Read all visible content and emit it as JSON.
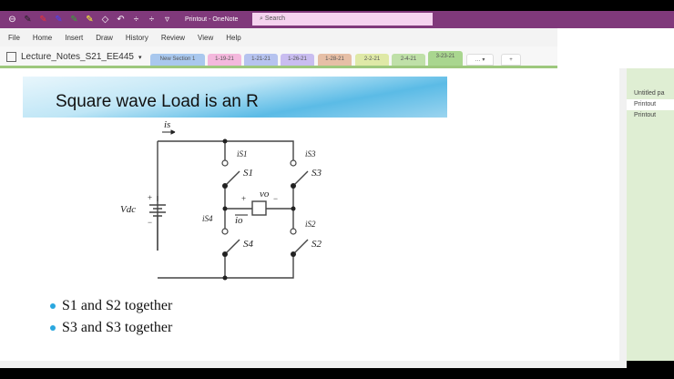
{
  "titlebar": {
    "title": "Printout - OneNote",
    "search_placeholder": "Search"
  },
  "menu": [
    "File",
    "Home",
    "Insert",
    "Draw",
    "History",
    "Review",
    "View",
    "Help"
  ],
  "notebook": {
    "name": "Lecture_Notes_S21_EE445"
  },
  "sections": [
    {
      "label": "New Section 1",
      "color": "#a9c8ee"
    },
    {
      "label": "1-19-21",
      "color": "#f4b8dd"
    },
    {
      "label": "1-21-21",
      "color": "#b6c3ef"
    },
    {
      "label": "1-26-21",
      "color": "#c9bdf0"
    },
    {
      "label": "1-28-21",
      "color": "#e6bfa6"
    },
    {
      "label": "2-2-21",
      "color": "#dfe9a7"
    },
    {
      "label": "2-4-21",
      "color": "#bfe0a8"
    },
    {
      "label": "3-23-21",
      "color": "#a9d68f"
    }
  ],
  "slide": {
    "title": "Square wave Load is an R",
    "bullets": [
      "S1 and S2 together",
      "S3 and S3 together"
    ],
    "circuit": {
      "source": "Vdc",
      "is": "is",
      "vo": "vo",
      "io": "io",
      "switches": [
        "S1",
        "S2",
        "S3",
        "S4"
      ],
      "currents": [
        "iS1",
        "iS2",
        "iS3",
        "iS4"
      ]
    }
  },
  "pages": [
    {
      "label": "Untitled pa"
    },
    {
      "label": "Printout",
      "selected": true
    },
    {
      "label": "Printout"
    }
  ]
}
